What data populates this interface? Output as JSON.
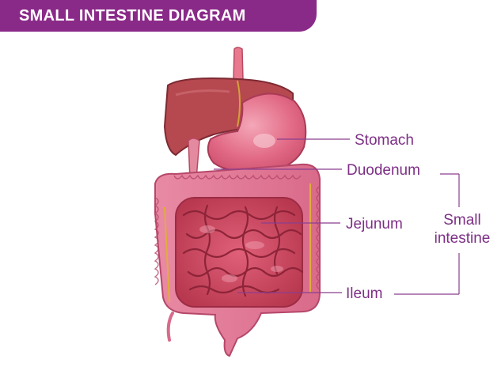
{
  "title": "SMALL INTESTINE DIAGRAM",
  "labels": {
    "stomach": "Stomach",
    "duodenum": "Duodenum",
    "jejunum": "Jejunum",
    "ileum": "Ileum",
    "group_line1": "Small",
    "group_line2": "intestine"
  },
  "colors": {
    "banner": "#8a2a88",
    "label_text": "#7d2f85",
    "leader_line": "#8a3f8e"
  }
}
